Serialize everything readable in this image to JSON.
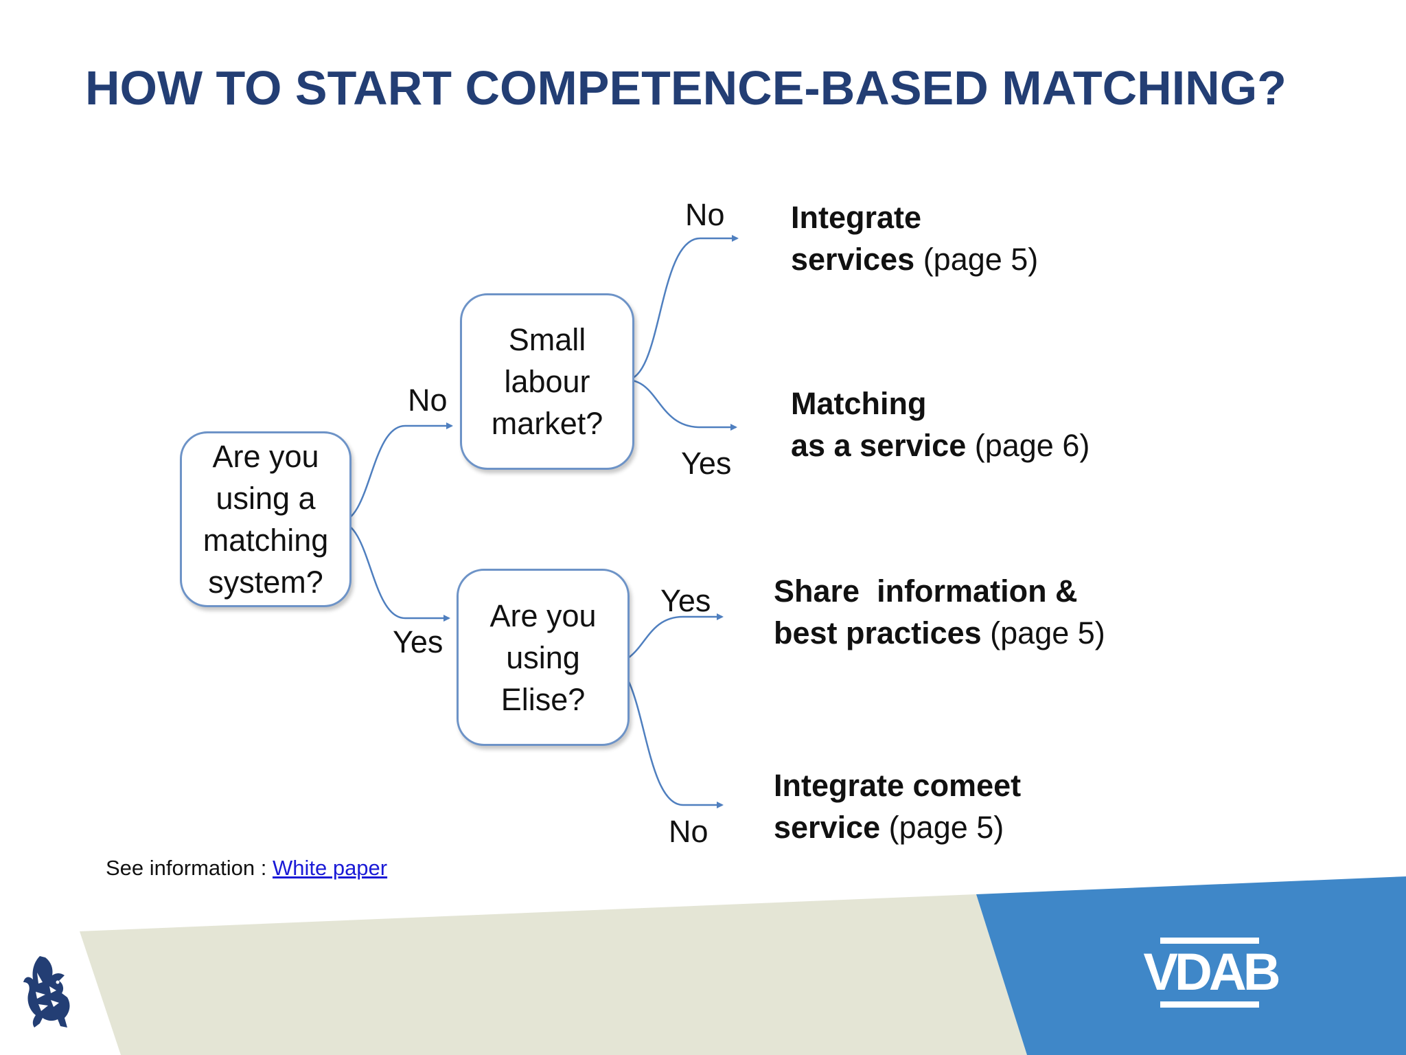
{
  "slide": {
    "title": "HOW TO START COMPETENCE-BASED MATCHING?"
  },
  "diagram": {
    "nodes": {
      "root": {
        "lines": [
          "Are you",
          "using a",
          "matching",
          "system?"
        ]
      },
      "small_market": {
        "lines": [
          "Small",
          "labour",
          "market?"
        ]
      },
      "elise": {
        "lines": [
          "Are you",
          "using",
          "Elise?"
        ]
      }
    },
    "edge_labels": {
      "root_no": "No",
      "root_yes": "Yes",
      "small_no": "No",
      "small_yes": "Yes",
      "elise_yes": "Yes",
      "elise_no": "No"
    },
    "outcomes": {
      "integrate_services": {
        "bold_1": "Integrate",
        "bold_2": "services",
        "page": " (page 5)"
      },
      "matching_service": {
        "bold_1": "Matching",
        "bold_2": "as a service",
        "page": " (page 6)"
      },
      "share_info": {
        "bold_1": "Share  information &",
        "bold_2": "best practices",
        "page": " (page 5)"
      },
      "integrate_comeet": {
        "bold_1": "Integrate comeet",
        "bold_2": "service",
        "page": " (page 5)"
      }
    },
    "colors": {
      "connector": "#4f7fbf",
      "box_border": "#6d93c7",
      "title": "#233e74"
    }
  },
  "footer": {
    "note_prefix": "See information : ",
    "note_link": "White paper",
    "logo_text": "VDAB",
    "logo_icon": "flemish-lion-icon",
    "colors": {
      "beige_band": "#e4e5d5",
      "blue_band": "#3f87c8",
      "link": "#1a1ad6"
    }
  }
}
